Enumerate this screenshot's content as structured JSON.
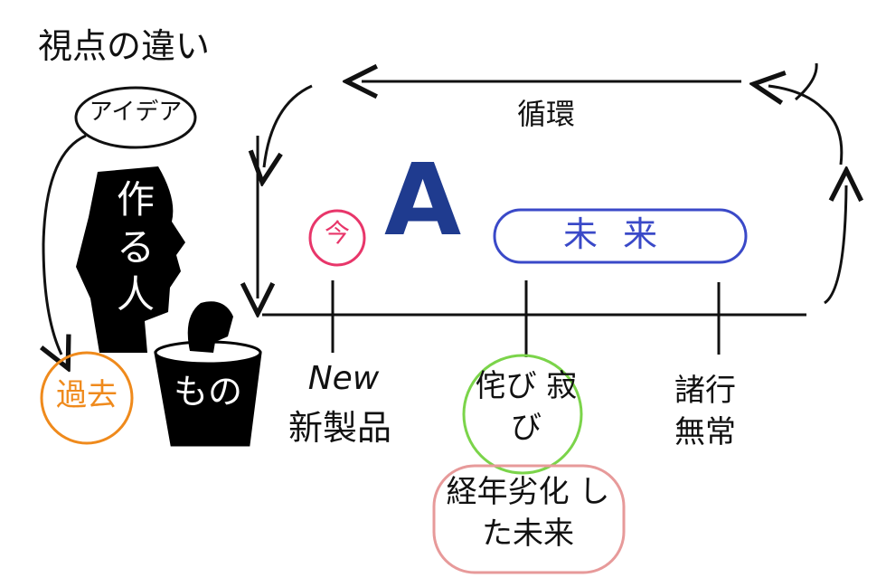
{
  "title": "視点の違い",
  "idea": "アイデア",
  "maker": "作る人",
  "past": "過去",
  "thing": "もの",
  "cycle": "循環",
  "now": "今",
  "label_a": "A",
  "future": "未来",
  "new_en": "New",
  "new_jp": "新製品",
  "wabi_sabi": "侘び 寂び",
  "shogyo_mujo": "諸行 無常",
  "aged_future": "経年劣化 した未来",
  "colors": {
    "line": "#111111",
    "now": "#e8366a",
    "a_letter": "#1f3b8f",
    "future": "#3a49c8",
    "past": "#ef8a1c",
    "wabi_sabi": "#7bd44a",
    "aged_future": "#e79a9a"
  }
}
